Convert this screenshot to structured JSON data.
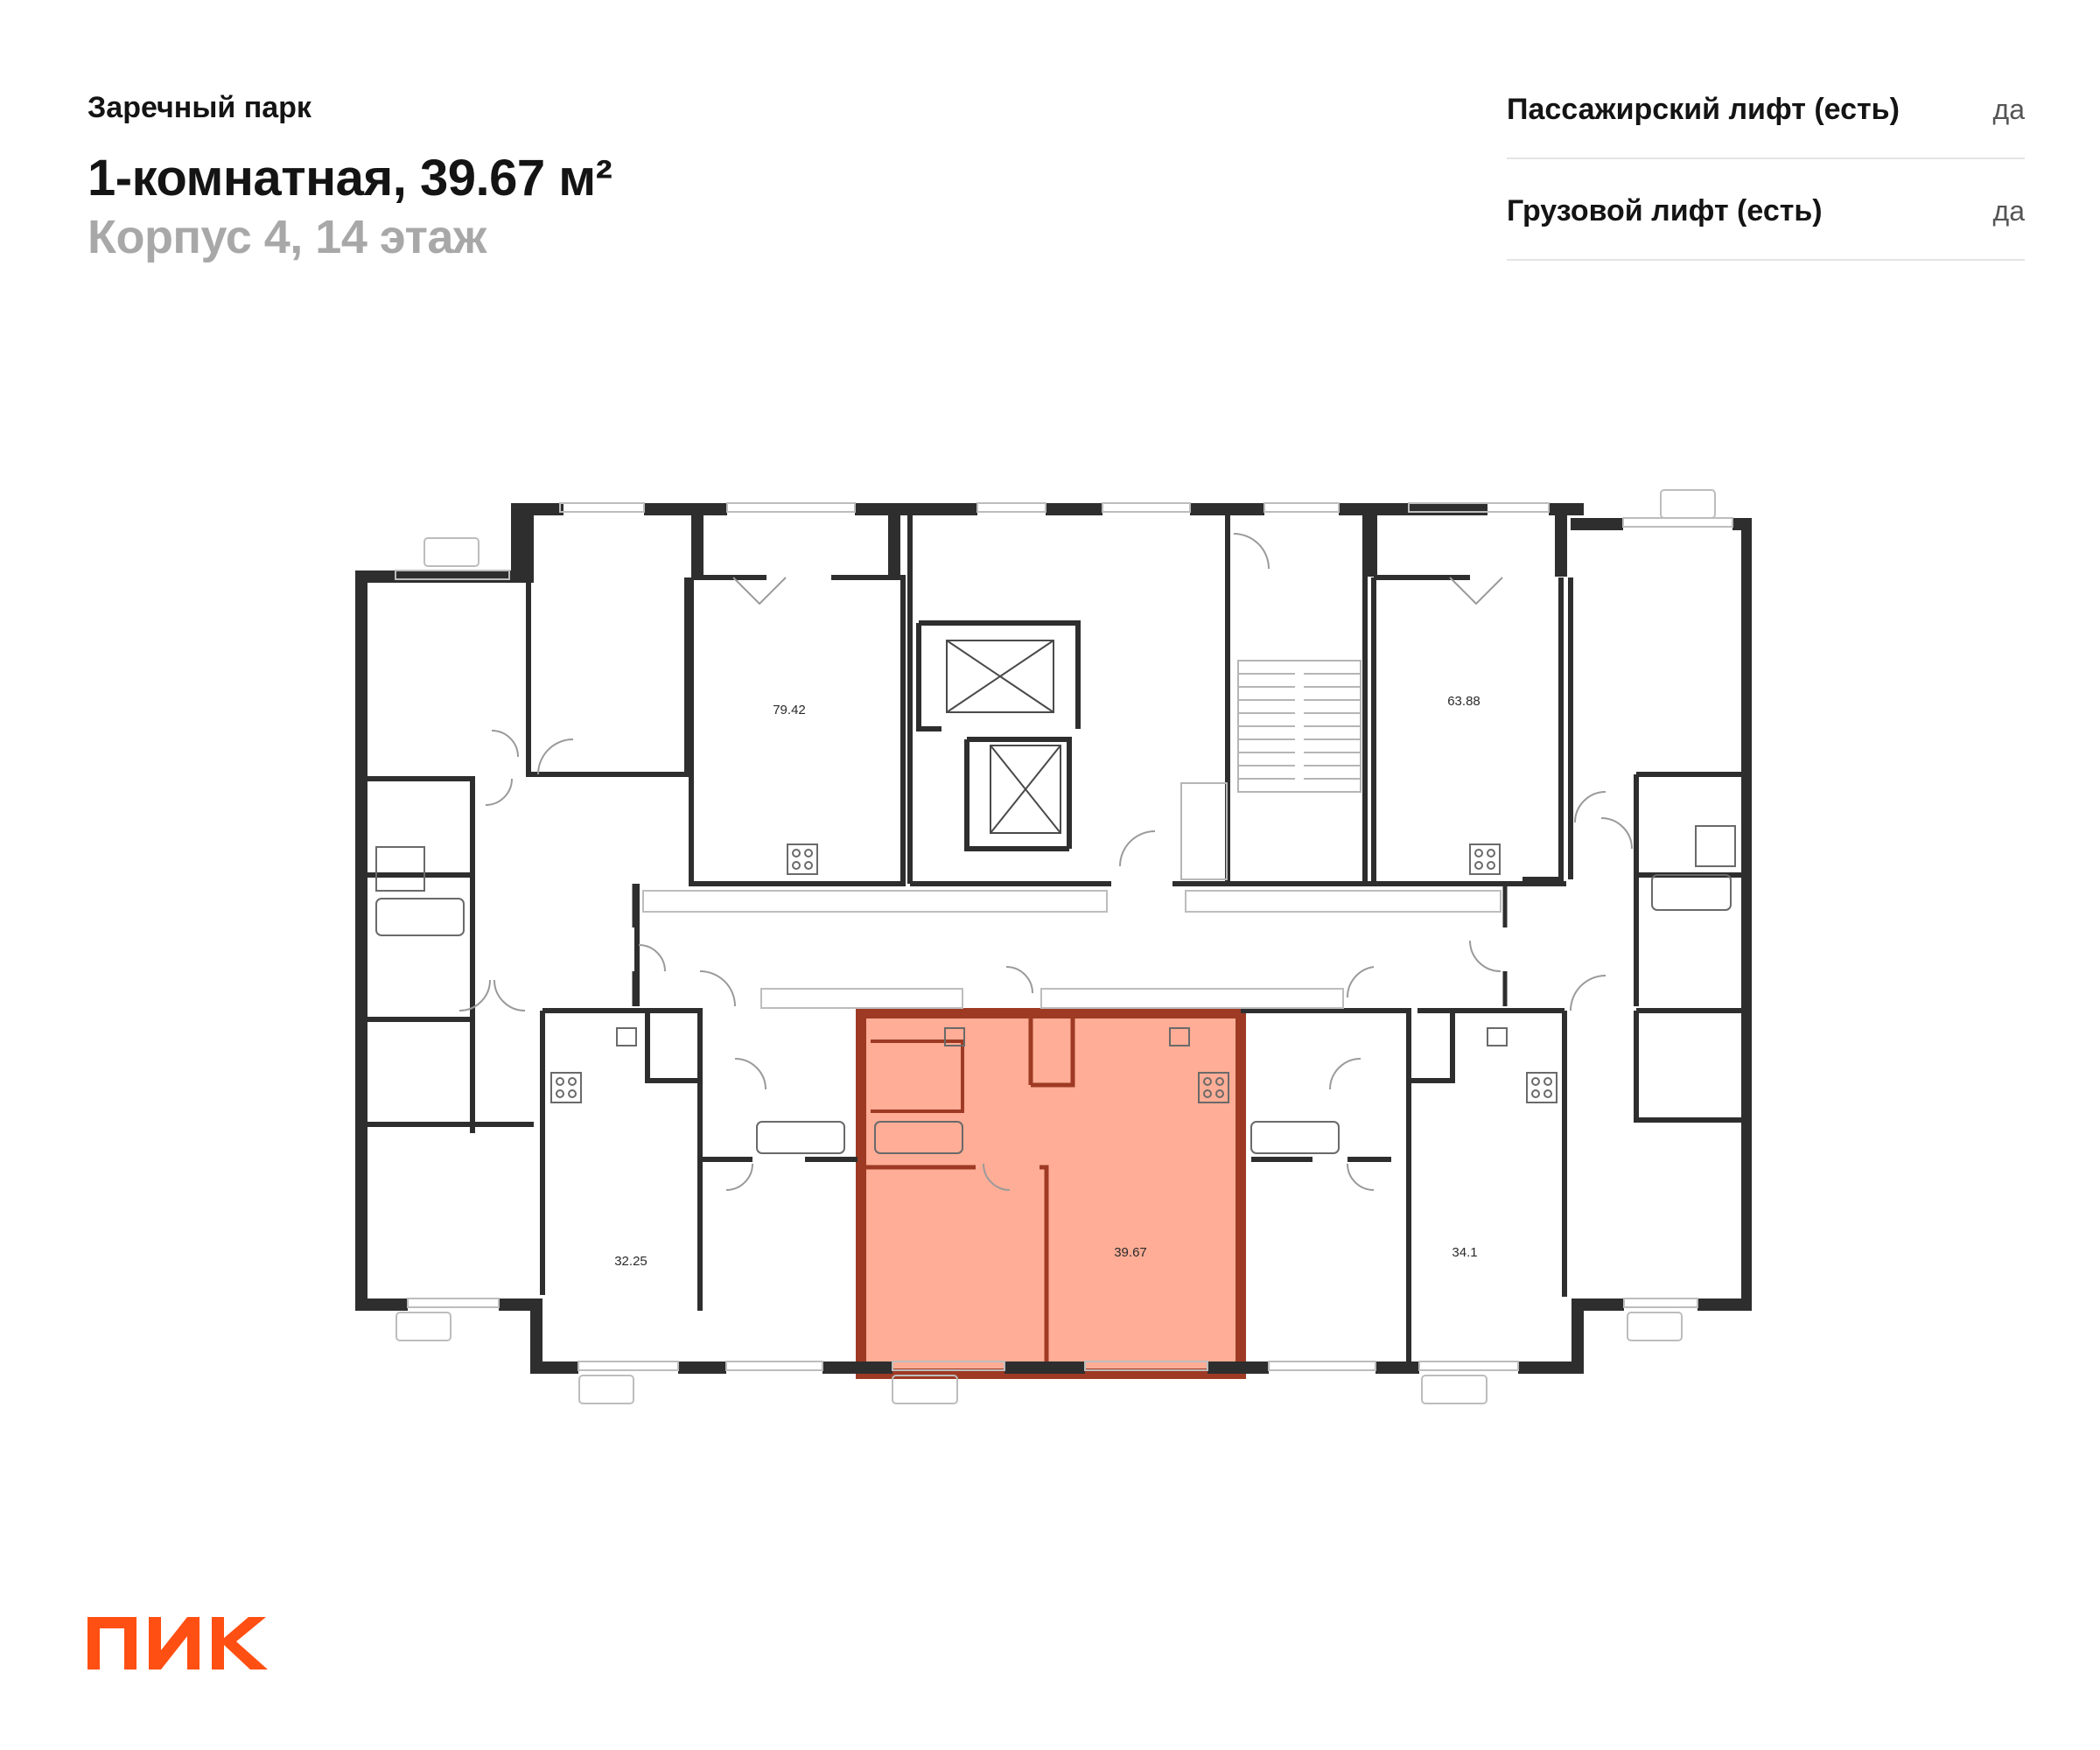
{
  "header": {
    "project_name": "Заречный парк",
    "flat_title": "1-комнатная, 39.67 м²",
    "flat_subtitle": "Корпус 4, 14 этаж"
  },
  "properties": [
    {
      "label": "Пассажирский лифт (есть)",
      "value": "да"
    },
    {
      "label": "Грузовой лифт (есть)",
      "value": "да"
    }
  ],
  "floor_plan": {
    "highlight_color": "#ff7a5c",
    "highlight_wall_color": "#9e3a24",
    "wall_color": "#2e2e2e",
    "apartments": [
      {
        "label": "79.42",
        "highlighted": false
      },
      {
        "label": "63.88",
        "highlighted": false
      },
      {
        "label": "32.25",
        "highlighted": false
      },
      {
        "label": "39.67",
        "highlighted": true
      },
      {
        "label": "34.1",
        "highlighted": false
      }
    ]
  },
  "brand": {
    "logo_text": "ПИК",
    "logo_color": "#ff4f12"
  }
}
